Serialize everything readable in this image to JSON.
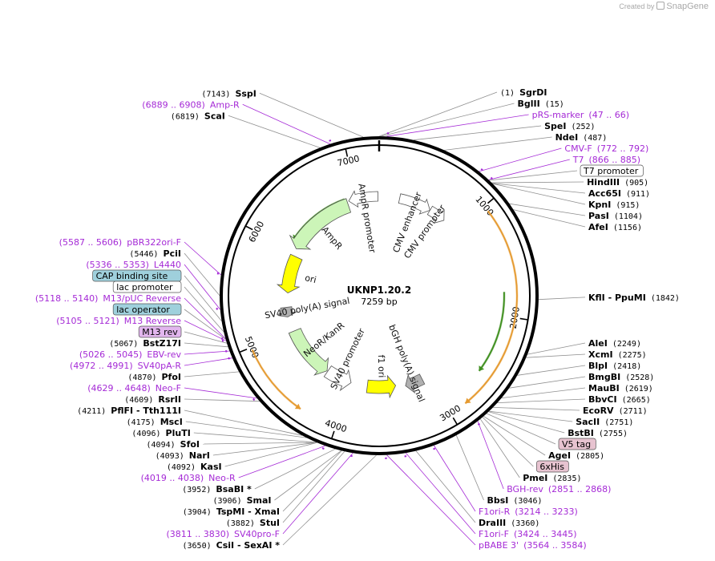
{
  "credit": {
    "created_by": "Created by",
    "logo_icon": "snapgene-logo-icon",
    "brand": "SnapGene"
  },
  "plasmid": {
    "name": "UKNP1.20.2",
    "length_label": "7259 bp",
    "length": 7259
  },
  "ticks": [
    {
      "pos": 1000,
      "label": "1000"
    },
    {
      "pos": 2000,
      "label": "2000"
    },
    {
      "pos": 3000,
      "label": "3000"
    },
    {
      "pos": 4000,
      "label": "4000"
    },
    {
      "pos": 5000,
      "label": "5000"
    },
    {
      "pos": 6000,
      "label": "6000"
    },
    {
      "pos": 7000,
      "label": "7000"
    }
  ],
  "features": [
    {
      "id": "ampr-promoter",
      "label": "AmpR promoter",
      "start": 6900,
      "end": 7245,
      "dir": -1,
      "color": "#ffffff"
    },
    {
      "id": "ampr",
      "label": "AmpR",
      "start": 6040,
      "end": 6880,
      "dir": -1,
      "color": "#ccf5b8"
    },
    {
      "id": "cmv-enhancer",
      "label": "CMV enhancer",
      "start": 240,
      "end": 620,
      "dir": 1,
      "color": "#ffffff"
    },
    {
      "id": "cmv-promoter",
      "label": "CMV promoter",
      "start": 620,
      "end": 820,
      "dir": 1,
      "color": "#ffffff"
    },
    {
      "id": "ori",
      "label": "ori",
      "start": 5480,
      "end": 5950,
      "dir": -1,
      "color": "#ffff00"
    },
    {
      "id": "sv40-polya-1",
      "label": "SV40 poly(A) signal",
      "start": 5180,
      "end": 5300,
      "dir": -1,
      "color": "#b0b0b0"
    },
    {
      "id": "neor-kanr",
      "label": "NeoR/KanR",
      "start": 4330,
      "end": 4990,
      "dir": -1,
      "color": "#ccf5b8"
    },
    {
      "id": "sv40-promoter",
      "label": "SV40 promoter",
      "start": 3990,
      "end": 4320,
      "dir": -1,
      "color": "#ffffff"
    },
    {
      "id": "f1-ori",
      "label": "f1 ori",
      "start": 3420,
      "end": 3780,
      "dir": -1,
      "color": "#ffff00"
    },
    {
      "id": "bgh-polya",
      "label": "bGH poly(A) signal",
      "start": 3080,
      "end": 3300,
      "dir": 1,
      "color": "#b0b0b0"
    }
  ],
  "orfs": [
    {
      "id": "orf-ampr",
      "start": 6120,
      "end": 6860,
      "dir": -1,
      "color": "#3f8f1f",
      "ring": "inner"
    },
    {
      "id": "orf-cds",
      "start": 1050,
      "end": 2850,
      "dir": 1,
      "color": "#e59a30",
      "ring": "outer"
    },
    {
      "id": "orf-neo",
      "start": 1780,
      "end": 2560,
      "dir": 1,
      "color": "#3f8f1f",
      "ring": "mid"
    },
    {
      "id": "orf-neor",
      "start": 4330,
      "end": 4980,
      "dir": -1,
      "color": "#e59a30",
      "ring": "outer"
    }
  ],
  "labels": [
    {
      "kind": "site",
      "num": "(1)",
      "name": "SgrDI",
      "num_first": true,
      "pos": 1
    },
    {
      "kind": "site",
      "num": "(15)",
      "name": "BglII",
      "num_first": false,
      "pos": 15
    },
    {
      "kind": "site",
      "num": "(7143)",
      "name": "SspI",
      "num_first": true,
      "pos": 7143
    },
    {
      "kind": "primer",
      "range": "(6889 .. 6908)",
      "name": "Amp-R",
      "num_first": true,
      "pos": 6898
    },
    {
      "kind": "site",
      "num": "(6819)",
      "name": "ScaI",
      "num_first": true,
      "pos": 6819
    },
    {
      "kind": "primer",
      "range": "(47 .. 66)",
      "name": "pRS-marker",
      "num_first": false,
      "pos": 56
    },
    {
      "kind": "site",
      "num": "(252)",
      "name": "SpeI",
      "num_first": false,
      "pos": 252
    },
    {
      "kind": "site",
      "num": "(487)",
      "name": "NdeI",
      "num_first": false,
      "pos": 487
    },
    {
      "kind": "primer",
      "range": "(772 .. 792)",
      "name": "CMV-F",
      "num_first": false,
      "pos": 782
    },
    {
      "kind": "primer",
      "range": "(866 .. 885)",
      "name": "T7",
      "num_first": false,
      "pos": 875
    },
    {
      "kind": "box",
      "name": "T7 promoter",
      "pos": 880,
      "bg": "#ffffff",
      "fg": "#000000"
    },
    {
      "kind": "site",
      "num": "(905)",
      "name": "HindIII",
      "num_first": false,
      "pos": 905
    },
    {
      "kind": "site",
      "num": "(911)",
      "name": "Acc65I",
      "num_first": false,
      "pos": 911
    },
    {
      "kind": "site",
      "num": "(915)",
      "name": "KpnI",
      "num_first": false,
      "pos": 915
    },
    {
      "kind": "site",
      "num": "(1104)",
      "name": "PasI",
      "num_first": false,
      "pos": 1104
    },
    {
      "kind": "site",
      "num": "(1156)",
      "name": "AfeI",
      "num_first": false,
      "pos": 1156
    },
    {
      "kind": "site",
      "num": "(1842)",
      "name": "KflI  -  PpuMI",
      "num_first": false,
      "pos": 1842
    },
    {
      "kind": "site",
      "num": "(2249)",
      "name": "AleI",
      "num_first": false,
      "pos": 2249
    },
    {
      "kind": "site",
      "num": "(2275)",
      "name": "XcmI",
      "num_first": false,
      "pos": 2275
    },
    {
      "kind": "site",
      "num": "(2418)",
      "name": "BlpI",
      "num_first": false,
      "pos": 2418
    },
    {
      "kind": "site",
      "num": "(2528)",
      "name": "BmgBI",
      "num_first": false,
      "pos": 2528
    },
    {
      "kind": "site",
      "num": "(2619)",
      "name": "MauBI",
      "num_first": false,
      "pos": 2619
    },
    {
      "kind": "site",
      "num": "(2665)",
      "name": "BbvCI",
      "num_first": false,
      "pos": 2665
    },
    {
      "kind": "site",
      "num": "(2711)",
      "name": "EcoRV",
      "num_first": false,
      "pos": 2711
    },
    {
      "kind": "site",
      "num": "(2751)",
      "name": "SacII",
      "num_first": false,
      "pos": 2751
    },
    {
      "kind": "site",
      "num": "(2755)",
      "name": "BstBI",
      "num_first": false,
      "pos": 2755
    },
    {
      "kind": "box",
      "name": "V5 tag",
      "pos": 2775,
      "bg": "#e7c3d0",
      "fg": "#000000"
    },
    {
      "kind": "site",
      "num": "(2805)",
      "name": "AgeI",
      "num_first": false,
      "pos": 2805
    },
    {
      "kind": "box",
      "name": "6xHis",
      "pos": 2815,
      "bg": "#e7c3d0",
      "fg": "#000000"
    },
    {
      "kind": "site",
      "num": "(2835)",
      "name": "PmeI",
      "num_first": false,
      "pos": 2835
    },
    {
      "kind": "primer",
      "range": "(2851 .. 2868)",
      "name": "BGH-rev",
      "num_first": false,
      "pos": 2860
    },
    {
      "kind": "site",
      "num": "(3046)",
      "name": "BbsI",
      "num_first": false,
      "pos": 3046
    },
    {
      "kind": "primer",
      "range": "(3214 .. 3233)",
      "name": "F1ori-R",
      "num_first": false,
      "pos": 3224
    },
    {
      "kind": "site",
      "num": "(3360)",
      "name": "DraIII",
      "num_first": false,
      "pos": 3360
    },
    {
      "kind": "primer",
      "range": "(3424 .. 3445)",
      "name": "F1ori-F",
      "num_first": false,
      "pos": 3435
    },
    {
      "kind": "primer",
      "range": "(3564 .. 3584)",
      "name": "pBABE 3'",
      "num_first": false,
      "pos": 3574
    },
    {
      "kind": "site",
      "num": "(3650)",
      "name": "CsiI  -  SexAI  *",
      "num_first": true,
      "pos": 3650
    },
    {
      "kind": "primer",
      "range": "(3811 .. 3830)",
      "name": "SV40pro-F",
      "num_first": true,
      "pos": 3820
    },
    {
      "kind": "site",
      "num": "(3882)",
      "name": "StuI",
      "num_first": true,
      "pos": 3882
    },
    {
      "kind": "site",
      "num": "(3904)",
      "name": "TspMI  -  XmaI",
      "num_first": true,
      "pos": 3904
    },
    {
      "kind": "site",
      "num": "(3906)",
      "name": "SmaI",
      "num_first": true,
      "pos": 3906
    },
    {
      "kind": "site",
      "num": "(3952)",
      "name": "BsaBI  *",
      "num_first": true,
      "pos": 3952
    },
    {
      "kind": "primer",
      "range": "(4019 .. 4038)",
      "name": "Neo-R",
      "num_first": true,
      "pos": 4028
    },
    {
      "kind": "site",
      "num": "(4092)",
      "name": "KasI",
      "num_first": true,
      "pos": 4092
    },
    {
      "kind": "site",
      "num": "(4093)",
      "name": "NarI",
      "num_first": true,
      "pos": 4093
    },
    {
      "kind": "site",
      "num": "(4094)",
      "name": "SfoI",
      "num_first": true,
      "pos": 4094
    },
    {
      "kind": "site",
      "num": "(4096)",
      "name": "PluTI",
      "num_first": true,
      "pos": 4096
    },
    {
      "kind": "site",
      "num": "(4175)",
      "name": "MscI",
      "num_first": true,
      "pos": 4175
    },
    {
      "kind": "site",
      "num": "(4211)",
      "name": "PflFI  -  Tth111I",
      "num_first": true,
      "pos": 4211
    },
    {
      "kind": "site",
      "num": "(4609)",
      "name": "RsrII",
      "num_first": true,
      "pos": 4609
    },
    {
      "kind": "primer",
      "range": "(4629 .. 4648)",
      "name": "Neo-F",
      "num_first": true,
      "pos": 4638
    },
    {
      "kind": "site",
      "num": "(4870)",
      "name": "PfoI",
      "num_first": true,
      "pos": 4870
    },
    {
      "kind": "primer",
      "range": "(4972 .. 4991)",
      "name": "SV40pA-R",
      "num_first": true,
      "pos": 4981
    },
    {
      "kind": "primer",
      "range": "(5026 .. 5045)",
      "name": "EBV-rev",
      "num_first": true,
      "pos": 5035
    },
    {
      "kind": "site",
      "num": "(5067)",
      "name": "BstZ17I",
      "num_first": true,
      "pos": 5067
    },
    {
      "kind": "box",
      "name": "M13 rev",
      "pos": 5095,
      "bg": "#e2b6ee",
      "fg": "#000000"
    },
    {
      "kind": "primer",
      "range": "(5105 .. 5121)",
      "name": "M13 Reverse",
      "num_first": true,
      "pos": 5113
    },
    {
      "kind": "box",
      "name": "lac operator",
      "pos": 5125,
      "bg": "#9fd0dc",
      "fg": "#000000"
    },
    {
      "kind": "primer",
      "range": "(5118 .. 5140)",
      "name": "M13/pUC Reverse",
      "num_first": true,
      "pos": 5129
    },
    {
      "kind": "box",
      "name": "lac promoter",
      "pos": 5180,
      "bg": "#ffffff",
      "fg": "#000000"
    },
    {
      "kind": "box",
      "name": "CAP binding site",
      "pos": 5260,
      "bg": "#9fd0dc",
      "fg": "#000000"
    },
    {
      "kind": "primer",
      "range": "(5336 .. 5353)",
      "name": "L4440",
      "num_first": true,
      "pos": 5344
    },
    {
      "kind": "site",
      "num": "(5446)",
      "name": "PciI",
      "num_first": true,
      "pos": 5446
    },
    {
      "kind": "primer",
      "range": "(5587 .. 5606)",
      "name": "pBR322ori-F",
      "num_first": true,
      "pos": 5596
    }
  ],
  "colors": {
    "primer": "#a52ad6",
    "leader": "#8f8f8f",
    "backbone": "#000000"
  }
}
